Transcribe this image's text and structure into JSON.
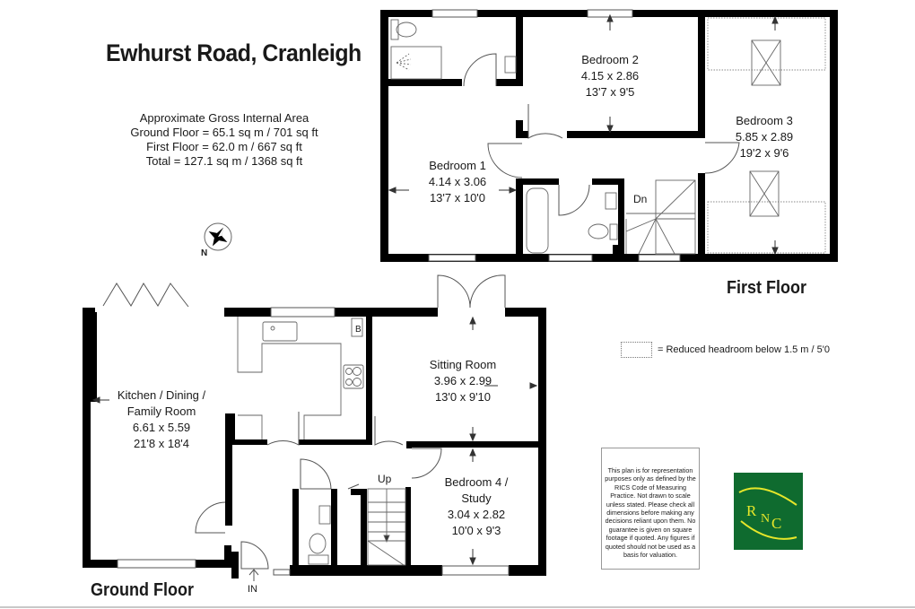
{
  "title": "Ewhurst Road, Cranleigh",
  "area_summary": {
    "heading": "Approximate Gross Internal Area",
    "ground_floor": "Ground Floor = 65.1 sq m / 701 sq ft",
    "first_floor": "First Floor =  62.0 m / 667 sq ft",
    "total": "Total = 127.1 sq m / 1368 sq ft"
  },
  "compass": {
    "label": "N",
    "icon": "compass-rose-icon"
  },
  "first_floor": {
    "label": "First Floor",
    "rooms": [
      {
        "name": "Bedroom 1",
        "metric": "4.14 x 3.06",
        "imperial": "13'7 x 10'0"
      },
      {
        "name": "Bedroom 2",
        "metric": "4.15 x 2.86",
        "imperial": "13'7 x 9'5"
      },
      {
        "name": "Bedroom 3",
        "metric": "5.85 x 2.89",
        "imperial": "19'2 x 9'6"
      }
    ],
    "stairs_label": "Dn"
  },
  "ground_floor": {
    "label": "Ground Floor",
    "rooms": [
      {
        "name": "Kitchen / Dining /",
        "name2": "Family Room",
        "metric": "6.61 x 5.59",
        "imperial": "21'8 x 18'4"
      },
      {
        "name": "Sitting Room",
        "metric": "3.96 x 2.99",
        "imperial": "13'0 x 9'10"
      },
      {
        "name": "Bedroom 4 /",
        "name2": "Study",
        "metric": "3.04 x 2.82",
        "imperial": "10'0 x 9'3"
      }
    ],
    "stairs_label": "Up",
    "entrance_label": "IN",
    "boiler_label": "B"
  },
  "legend": {
    "text": "=  Reduced headroom below 1.5 m / 5'0"
  },
  "disclaimer": "This plan is for representation purposes only as defined by the RICS Code of Measuring Practice. Not drawn to scale unless stated. Please check all dimensions before making any decisions reliant upon them. No guarantee is given on square footage if quoted. Any figures if quoted should not be used as a basis for valuation.",
  "logo": {
    "letters": [
      "R",
      "N",
      "C"
    ],
    "bg_color": "#0f6b2f",
    "fg_color": "#e6e62a"
  },
  "colors": {
    "wall": "#000000",
    "fixture": "#666666"
  }
}
